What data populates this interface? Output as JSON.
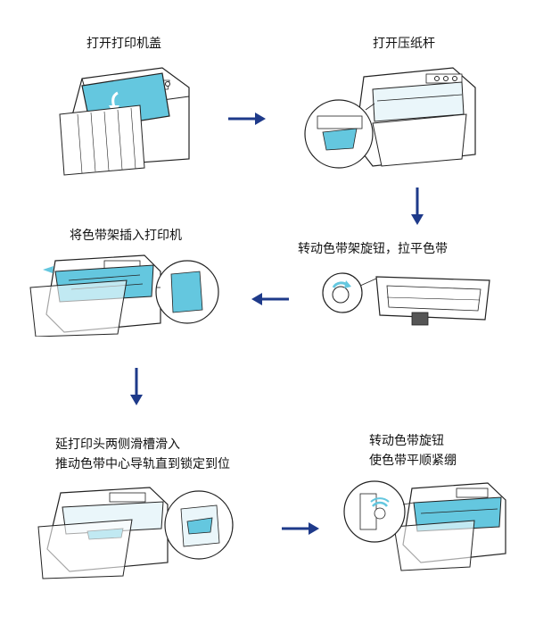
{
  "steps": [
    {
      "id": 1,
      "caption": "打开打印机盖"
    },
    {
      "id": 2,
      "caption": "打开压纸杆"
    },
    {
      "id": 3,
      "caption": "转动色带架旋钮，拉平色带"
    },
    {
      "id": 4,
      "caption": "将色带架插入打印机"
    },
    {
      "id": 5,
      "caption_lines": [
        "延打印头两侧滑槽滑入",
        "推动色带中心导轨直到锁定到位"
      ]
    },
    {
      "id": 6,
      "caption_lines": [
        "转动色带旋钮",
        "使色带平顺紧绷"
      ]
    }
  ],
  "colors": {
    "arrow": "#1e3a8a",
    "highlight": "#64c7df",
    "line": "#222222"
  },
  "icons": {
    "arrow": "arrow-right / arrow-down / arrow-left"
  }
}
